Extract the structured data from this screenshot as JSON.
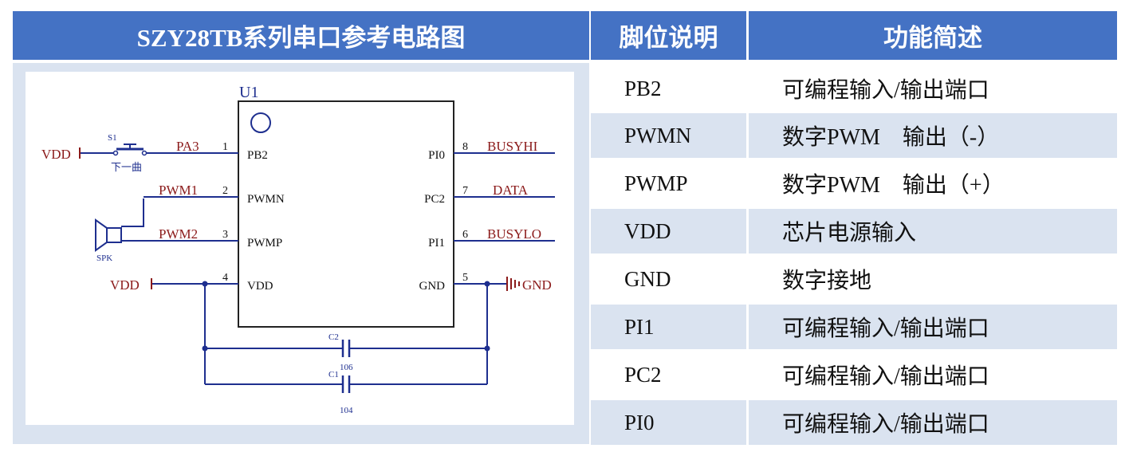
{
  "header": {
    "left_title": "SZY28TB系列串口参考电路图",
    "col_pin": "脚位说明",
    "col_func": "功能简述"
  },
  "schematic": {
    "chip_name": "U1",
    "left_pins": [
      {
        "num": "1",
        "name": "PB2"
      },
      {
        "num": "2",
        "name": "PWMN"
      },
      {
        "num": "3",
        "name": "PWMP"
      },
      {
        "num": "4",
        "name": "VDD"
      }
    ],
    "right_pins": [
      {
        "num": "8",
        "name": "PI0"
      },
      {
        "num": "7",
        "name": "PC2"
      },
      {
        "num": "6",
        "name": "PI1"
      },
      {
        "num": "5",
        "name": "GND"
      }
    ],
    "nets": {
      "pa3": "PA3",
      "pwm1": "PWM1",
      "pwm2": "PWM2",
      "busyhi": "BUSYHI",
      "data": "DATA",
      "busylo": "BUSYLO",
      "vdd_top": "VDD",
      "vdd_bottom": "VDD",
      "gnd": "GND"
    },
    "switch": {
      "ref": "S1",
      "label": "下一曲"
    },
    "speaker": {
      "ref": "SPK"
    },
    "capacitors": [
      {
        "ref": "C2",
        "value": "106"
      },
      {
        "ref": "C1",
        "value": "104"
      }
    ]
  },
  "table": {
    "rows": [
      {
        "pin": "PB2",
        "func": "可编程输入/输出端口"
      },
      {
        "pin": "PWMN",
        "func": "数字PWM　输出（-）"
      },
      {
        "pin": "PWMP",
        "func": "数字PWM　输出（+）"
      },
      {
        "pin": "VDD",
        "func": "芯片电源输入"
      },
      {
        "pin": "GND",
        "func": "数字接地"
      },
      {
        "pin": "PI1",
        "func": "可编程输入/输出端口"
      },
      {
        "pin": "PC2",
        "func": "可编程输入/输出端口"
      },
      {
        "pin": "PI0",
        "func": "可编程输入/输出端口"
      }
    ]
  },
  "colors": {
    "header_bg": "#4472c4",
    "row_shade": "#dae3f0",
    "wire": "#1e2f8f",
    "net_label": "#8b1a1a"
  }
}
